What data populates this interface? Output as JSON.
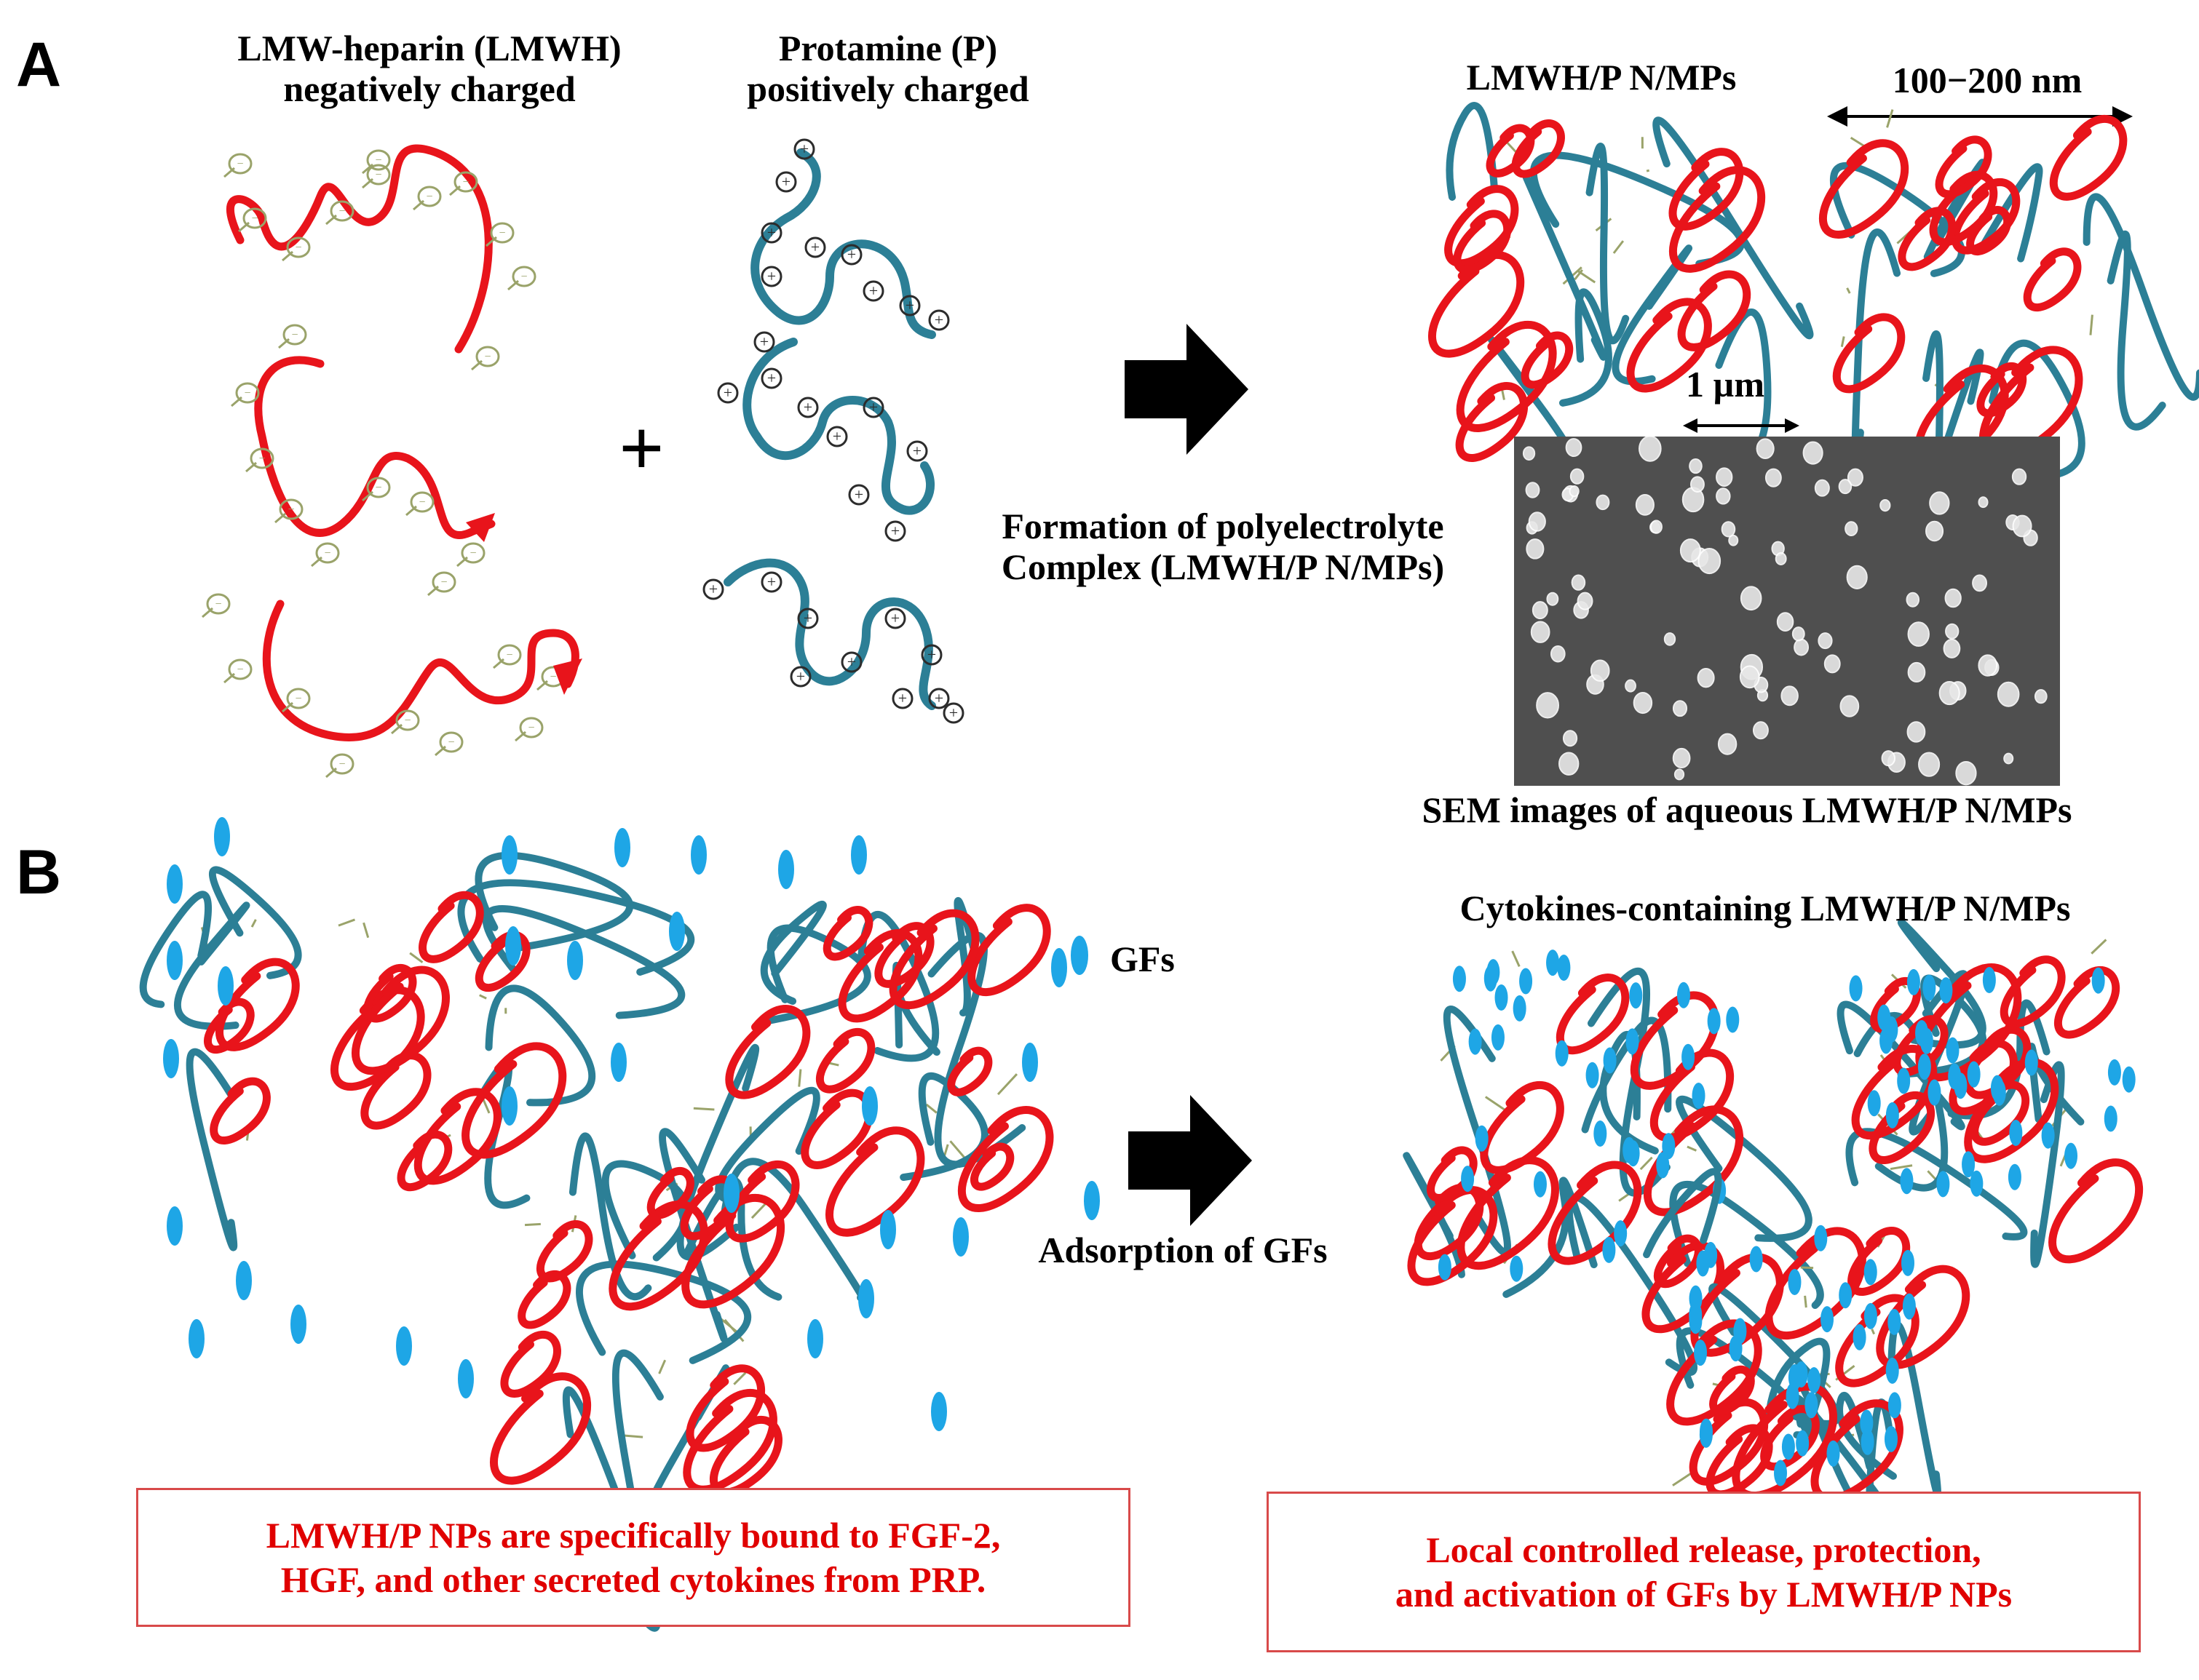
{
  "panels": {
    "a": "A",
    "b": "B"
  },
  "panel_a": {
    "lmwh_title": "LMW-heparin (LMWH)",
    "lmwh_subtitle": "negatively charged",
    "protamine_title": "Protamine (P)",
    "protamine_subtitle": "positively charged",
    "plus": "+",
    "complex_title": "LMWH/P N/MPs",
    "size_label": "100−200 nm",
    "scale_label": "1 µm",
    "formation_line1": "Formation of polyelectrolyte",
    "formation_line2": "Complex (LMWH/P N/MPs)",
    "sem_caption": "SEM images of aqueous LMWH/P N/MPs",
    "negative_symbol": "−",
    "positive_symbol": "+"
  },
  "panel_b": {
    "legend_gfs": "GFs",
    "cytokine_title": "Cytokines-containing LMWH/P N/MPs",
    "adsorption_label": "Adsorption of GFs",
    "box_left_line1": "LMWH/P NPs are specifically bound to FGF-2,",
    "box_left_line2": "HGF, and other secreted cytokines from PRP.",
    "box_right_line1": "Local controlled release,  protection,",
    "box_right_line2": "and activation of GFs by LMWH/P NPs"
  },
  "colors": {
    "heparin_red": "#e8141b",
    "protamine_teal": "#2c7f96",
    "charge_circle": "#9aa36a",
    "gf_blue": "#1ea6e6",
    "box_border": "#d84a4a",
    "box_text": "#e00000",
    "sem_background": "#4f4f4f"
  },
  "icons": [
    "right-arrow-icon",
    "double-arrow-icon",
    "growth-factor-icon"
  ]
}
